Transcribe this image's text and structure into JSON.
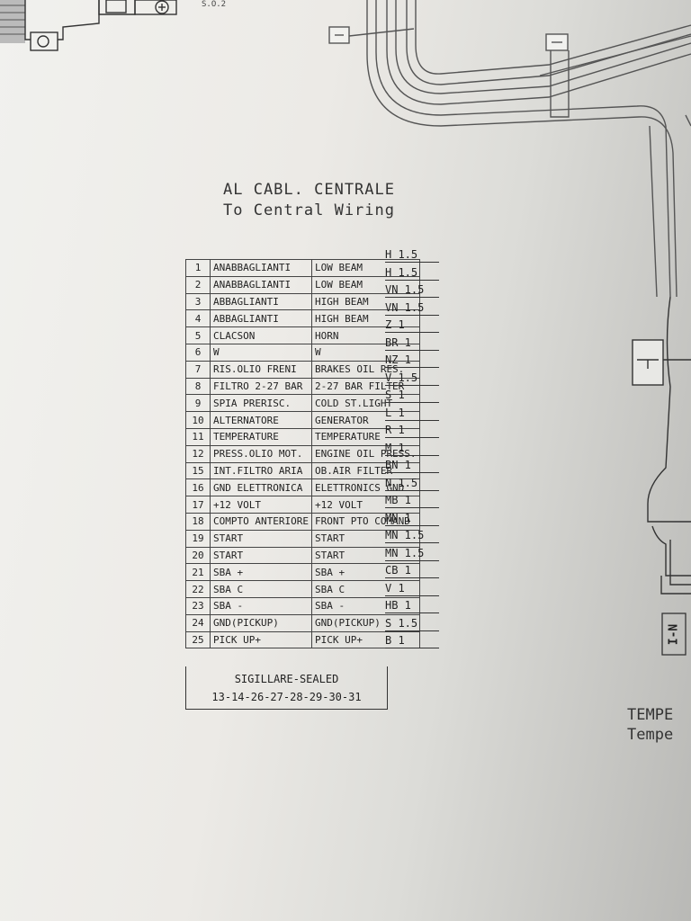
{
  "drawing": {
    "corner_label": "S.O.2",
    "heading_it": "AL CABL. CENTRALE",
    "heading_en": "To Central Wiring",
    "tag_label": "I-N",
    "cut_label_line1": "TEMPE",
    "cut_label_line2": "Tempe"
  },
  "pin_table": {
    "rows": [
      {
        "pin": "1",
        "it": "ANABBAGLIANTI",
        "en": "LOW BEAM",
        "code": "H 1.5"
      },
      {
        "pin": "2",
        "it": "ANABBAGLIANTI",
        "en": "LOW BEAM",
        "code": "H 1.5"
      },
      {
        "pin": "3",
        "it": "ABBAGLIANTI",
        "en": "HIGH BEAM",
        "code": "VN 1.5"
      },
      {
        "pin": "4",
        "it": "ABBAGLIANTI",
        "en": "HIGH BEAM",
        "code": "VN 1.5"
      },
      {
        "pin": "5",
        "it": "CLACSON",
        "en": "HORN",
        "code": "Z 1"
      },
      {
        "pin": "6",
        "it": "W",
        "en": "W",
        "code": "BR 1"
      },
      {
        "pin": "7",
        "it": "RIS.OLIO FRENI",
        "en": "BRAKES OIL RES.",
        "code": "NZ 1"
      },
      {
        "pin": "8",
        "it": "FILTRO 2-27 BAR",
        "en": "2-27 BAR FILTER",
        "code": "V 1.5"
      },
      {
        "pin": "9",
        "it": "SPIA PRERISC.",
        "en": "COLD ST.LIGHT",
        "code": "S 1"
      },
      {
        "pin": "10",
        "it": "ALTERNATORE",
        "en": "GENERATOR",
        "code": "L 1"
      },
      {
        "pin": "11",
        "it": "TEMPERATURE",
        "en": "TEMPERATURE",
        "code": "R 1"
      },
      {
        "pin": "12",
        "it": "PRESS.OLIO MOT.",
        "en": "ENGINE OIL PRESS.",
        "code": "M 1"
      },
      {
        "pin": "15",
        "it": "INT.FILTRO ARIA",
        "en": "OB.AIR FILTER",
        "code": "BN 1"
      },
      {
        "pin": "16",
        "it": "GND ELETTRONICA",
        "en": "ELETTRONICS GND",
        "code": "N 1.5"
      },
      {
        "pin": "17",
        "it": "+12 VOLT",
        "en": "+12 VOLT",
        "code": "MB 1"
      },
      {
        "pin": "18",
        "it": "COMPTO ANTERIORE",
        "en": "FRONT PTO COMAND",
        "code": "MN 1"
      },
      {
        "pin": "19",
        "it": "START",
        "en": "START",
        "code": "MN 1.5"
      },
      {
        "pin": "20",
        "it": "START",
        "en": "START",
        "code": "MN 1.5"
      },
      {
        "pin": "21",
        "it": "SBA +",
        "en": "SBA +",
        "code": "CB 1"
      },
      {
        "pin": "22",
        "it": "SBA C",
        "en": "SBA C",
        "code": "V 1"
      },
      {
        "pin": "23",
        "it": "SBA -",
        "en": "SBA -",
        "code": "HB 1"
      },
      {
        "pin": "24",
        "it": "GND(PICKUP)",
        "en": "GND(PICKUP)",
        "code": "S 1.5"
      },
      {
        "pin": "25",
        "it": "PICK UP+",
        "en": "PICK UP+",
        "code": "B 1"
      }
    ],
    "sealed_label": "SIGILLARE-SEALED",
    "sealed_pins": "13-14-26-27-28-29-30-31"
  }
}
